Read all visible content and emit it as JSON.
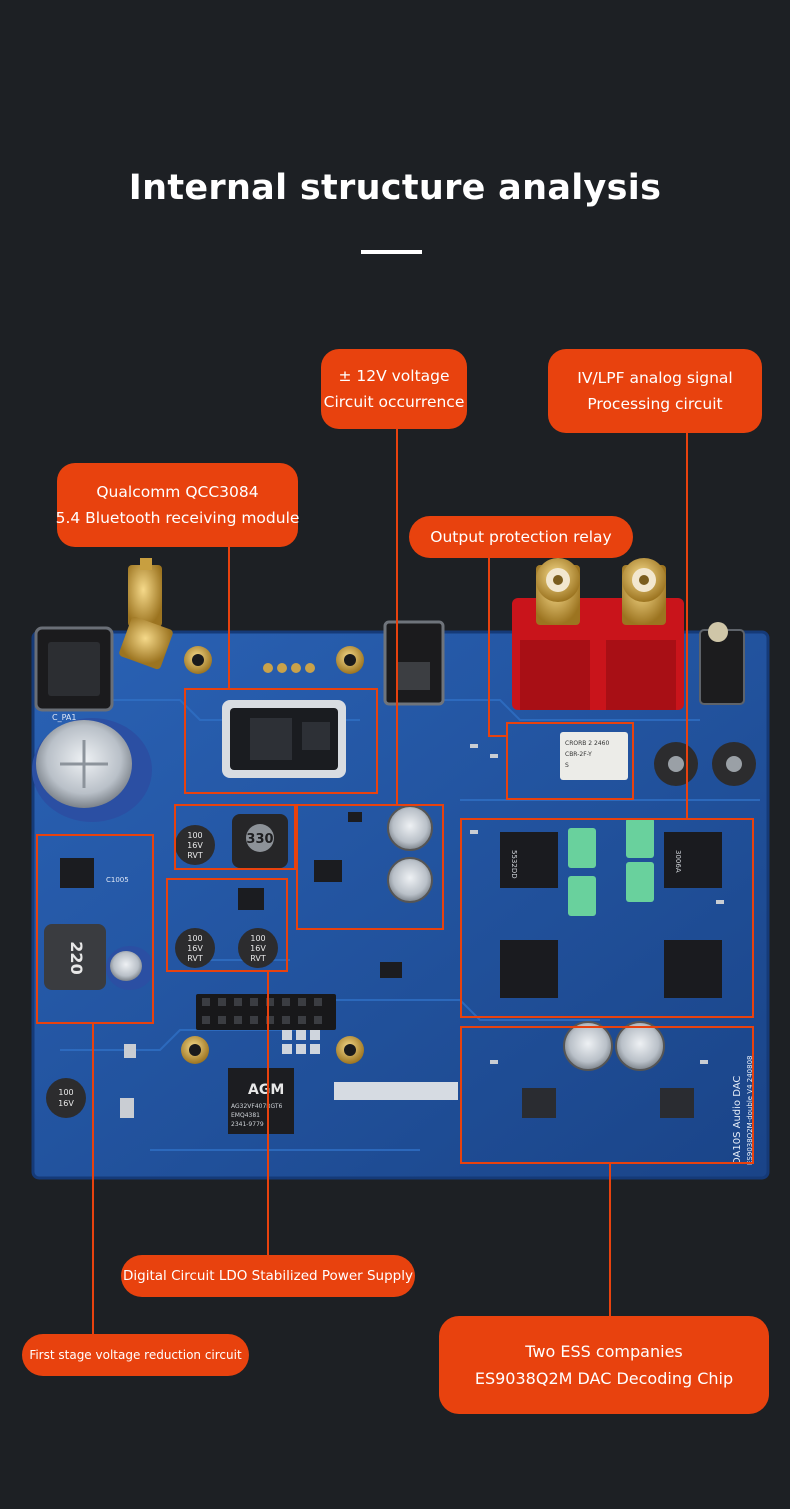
{
  "page": {
    "title": "Internal structure analysis"
  },
  "callouts": {
    "bluetooth": {
      "line1": "Qualcomm QCC3084",
      "line2": "5.4 Bluetooth receiving module"
    },
    "voltage": {
      "line1": "± 12V voltage",
      "line2": "Circuit occurrence"
    },
    "ivlpf": {
      "line1": "IV/LPF analog signal",
      "line2": "Processing circuit"
    },
    "relay": {
      "line1": "Output protection relay"
    },
    "ldo": {
      "line1": "Digital Circuit LDO Stabilized Power Supply"
    },
    "first_stage": {
      "line1": "First stage voltage reduction circuit"
    },
    "dac": {
      "line1": "Two ESS companies",
      "line2": "ES9038Q2M DAC Decoding Chip"
    }
  },
  "board_markings": {
    "inductor_large": "220",
    "inductor_small": "330",
    "cap_a": [
      "100",
      "16V",
      "RVT"
    ],
    "cap_b": [
      "100",
      "16V",
      "RVT"
    ],
    "cap_c": [
      "100",
      "16V"
    ],
    "cap_d": [
      "100",
      "16V",
      "RVT"
    ],
    "mcu_logo": "AGM",
    "mcu_part": [
      "AG32VF407RGT6",
      "EMQ4381",
      "2341-9779"
    ],
    "opamp": [
      "5532DD",
      "3006A"
    ],
    "relay_part": [
      "CRORB 2 2460",
      "CBR-2F-Y",
      "S"
    ],
    "silk_product": "DA10S Audio DAC",
    "silk_version": "ES9038Q2M-double V4 240808",
    "silk_cpa": "C_PA1",
    "silk_c1005": "C1005"
  },
  "colors": {
    "background": "#1d2024",
    "accent": "#e8420e",
    "pcb": "#1f4f9a"
  }
}
